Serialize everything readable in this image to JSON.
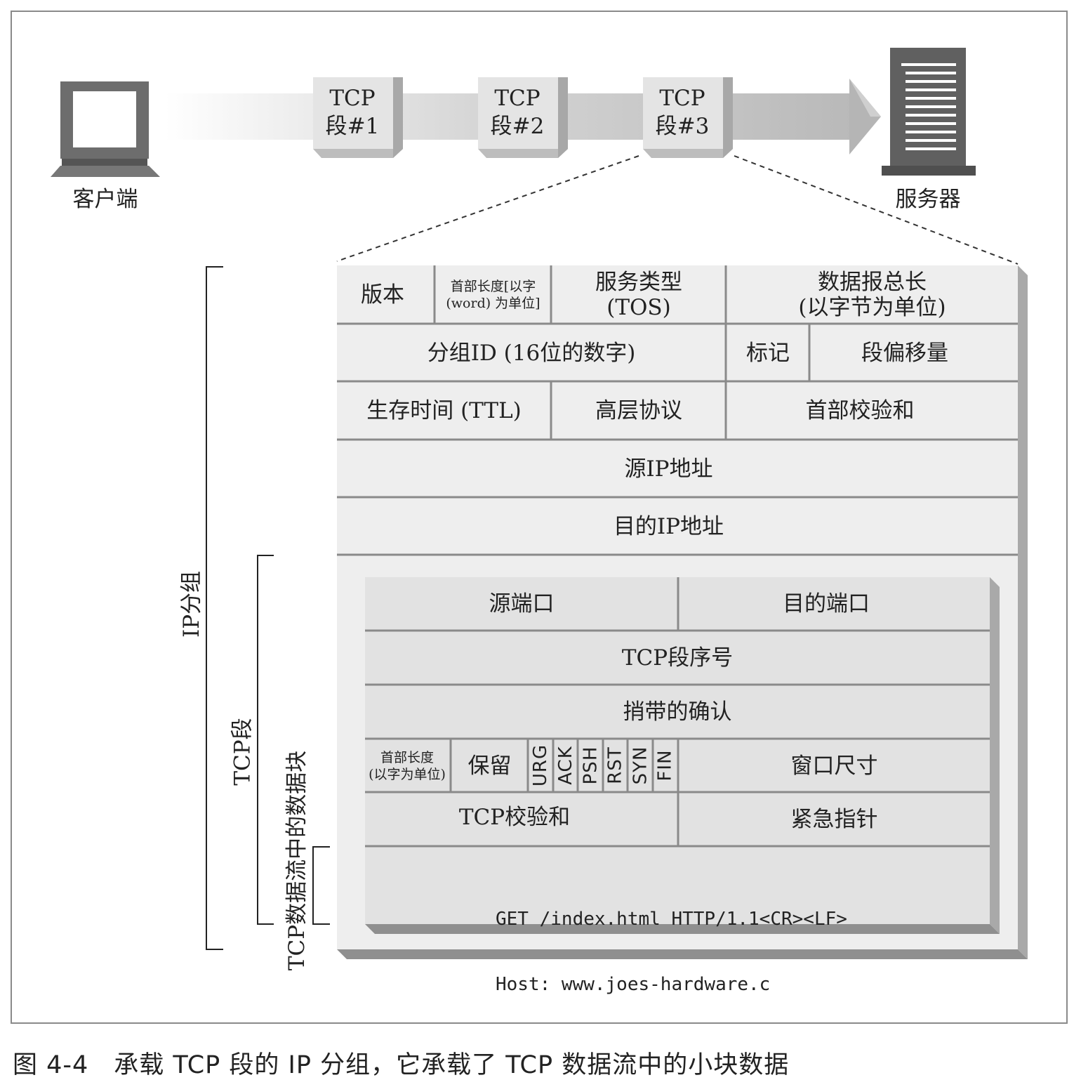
{
  "diagram": {
    "client_label": "客户端",
    "server_label": "服务器",
    "segments": [
      {
        "line1": "TCP",
        "line2": "段#1"
      },
      {
        "line1": "TCP",
        "line2": "段#2"
      },
      {
        "line1": "TCP",
        "line2": "段#3"
      }
    ],
    "ip_header": {
      "version": "版本",
      "header_length": "首部长度[以字(word) 为单位]",
      "header_length_line1": "首部长度[以字",
      "header_length_line2": "(word) 为单位]",
      "tos_line1": "服务类型",
      "tos_line2": "(TOS)",
      "total_length_line1": "数据报总长",
      "total_length_line2": "(以字节为单位)",
      "packet_id": "分组ID (16位的数字)",
      "flags": "标记",
      "fragment_offset": "段偏移量",
      "ttl": "生存时间 (TTL)",
      "protocol": "高层协议",
      "header_checksum": "首部校验和",
      "source_ip": "源IP地址",
      "dest_ip": "目的IP地址"
    },
    "tcp_header": {
      "source_port": "源端口",
      "dest_port": "目的端口",
      "sequence_number": "TCP段序号",
      "ack_number": "捎带的确认",
      "header_length_line1": "首部长度",
      "header_length_line2": "(以字为单位)",
      "reserved": "保留",
      "flags": [
        "URG",
        "ACK",
        "PSH",
        "RST",
        "SYN",
        "FIN"
      ],
      "window_size": "窗口尺寸",
      "checksum": "TCP校验和",
      "urgent_pointer": "紧急指针",
      "data_line1": "GET /index.html HTTP/1.1<CR><LF>",
      "data_line2": "Host: www.joes-hardware.c"
    },
    "brackets": {
      "ip_packet": "IP分组",
      "tcp_segment": "TCP段",
      "tcp_data": "TCP数据流中的数据块"
    }
  },
  "caption": "图 4-4　承载 TCP 段的 IP 分组，它承载了 TCP 数据流中的小块数据"
}
